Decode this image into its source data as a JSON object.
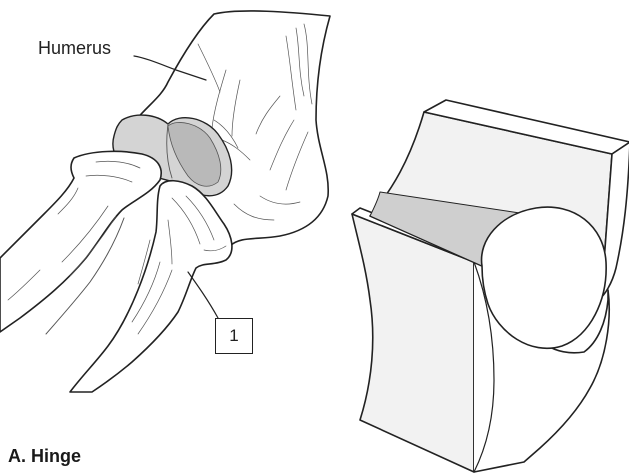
{
  "labels": {
    "humerus": "Humerus",
    "callout_number": "1"
  },
  "caption": "A. Hinge",
  "colors": {
    "outline": "#222222",
    "bone_fill": "#ffffff",
    "cartilage_fill": "#d4d4d4",
    "cartilage_shade": "#b9b9b9",
    "block_face": "#f2f2f2",
    "block_top_band": "#cfcfcf"
  }
}
